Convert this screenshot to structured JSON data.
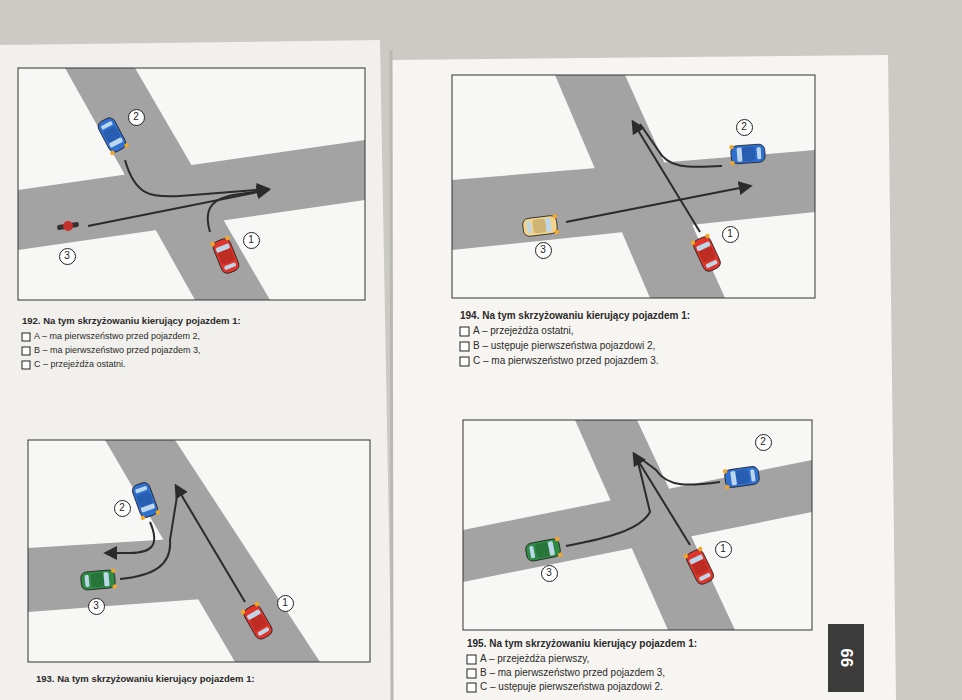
{
  "diagram": {
    "nodes": [
      {
        "text": [
          "2"
        ]
      },
      {
        "text": [
          "3"
        ]
      },
      {
        "text": [
          "1"
        ]
      },
      {
        "text": [
          "2"
        ]
      },
      {
        "text": [
          "3"
        ]
      },
      {
        "text": [
          "1"
        ]
      },
      {
        "text": [
          "2"
        ]
      },
      {
        "text": [
          "3"
        ]
      },
      {
        "text": [
          "1"
        ]
      },
      {
        "text": [
          "2"
        ]
      },
      {
        "text": [
          "3"
        ]
      },
      {
        "text": [
          "1"
        ]
      }
    ],
    "labels": [
      "192. Na tym skrzyżowaniu kierujący pojazdem 1:",
      "A – ma pierwszeństwo przed pojazdem 2,",
      "B – ma pierwszeństwo przed pojazdem 3,",
      "C – przejeżdża ostatni.",
      "194. Na tym skrzyżowaniu kierujący pojazdem 1:",
      "A – przejeżdża ostatni,",
      "B – ustępuje pierwszeństwa pojazdowi 2,",
      "C – ma pierwszeństwo przed pojazdem 3.",
      "193. Na tym skrzyżowaniu kierujący pojazdem 1:",
      "195. Na tym skrzyżowaniu kierujący pojazdem 1:",
      "A – przejeżdża pierwszy,",
      "B – ma pierwszeństwo przed pojazdem 3,",
      "C – ustępuje pierwszeństwa pojazdowi 2.",
      "66"
    ]
  }
}
